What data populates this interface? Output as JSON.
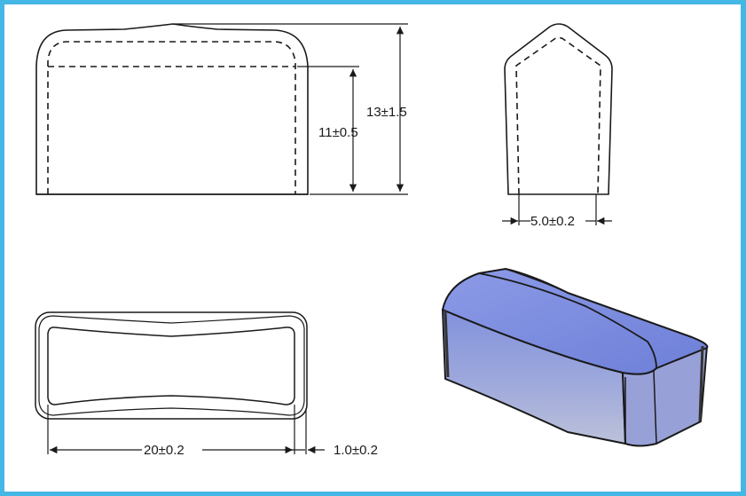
{
  "figure": {
    "border_color": "#45b7e5",
    "background": "#ffffff",
    "line_color": "#1a1a1a"
  },
  "front_view": {
    "dimensions": {
      "inner_height": "11±0.5",
      "total_height": "13±1.5"
    }
  },
  "side_view": {
    "dimensions": {
      "inner_width": "5.0±0.2"
    }
  },
  "top_view": {
    "dimensions": {
      "inner_length": "20±0.2",
      "wall_thickness": "1.0±0.2"
    }
  },
  "iso_view": {
    "fill_color": "#7f8fd8",
    "description": "3D isometric rendering of cap"
  }
}
